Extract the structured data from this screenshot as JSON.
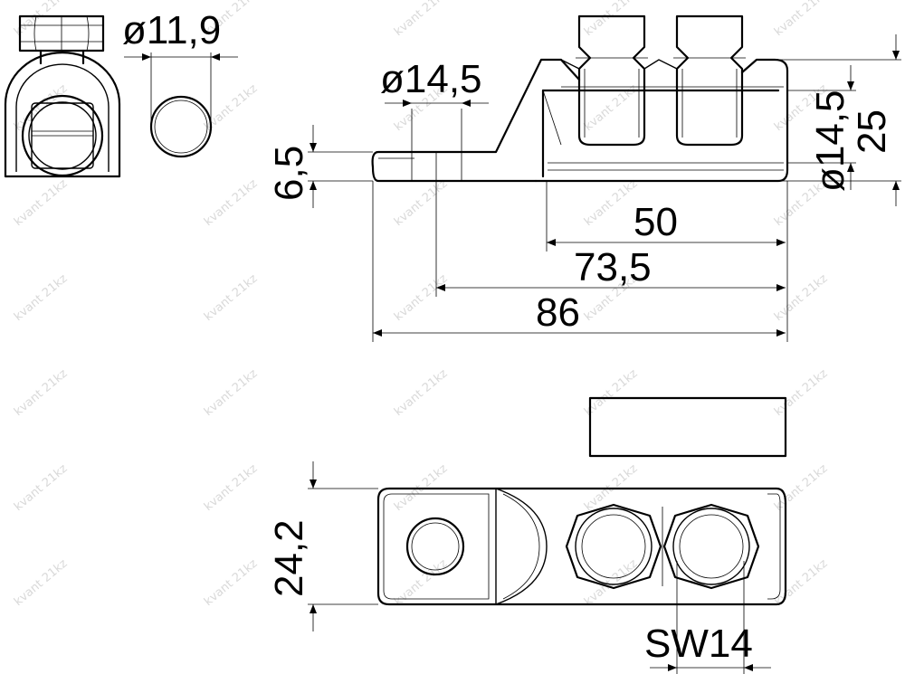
{
  "dimensions": {
    "d_small_hole": "ø11,9",
    "d_lug_hole": "ø14,5",
    "d_cable": "ø14,5",
    "height_total": "25",
    "lug_thickness": "6,5",
    "len_50": "50",
    "len_73_5": "73,5",
    "len_86": "86",
    "width_24_2": "24,2",
    "wrench_size": "SW14"
  },
  "watermark": "kvant 21kz"
}
